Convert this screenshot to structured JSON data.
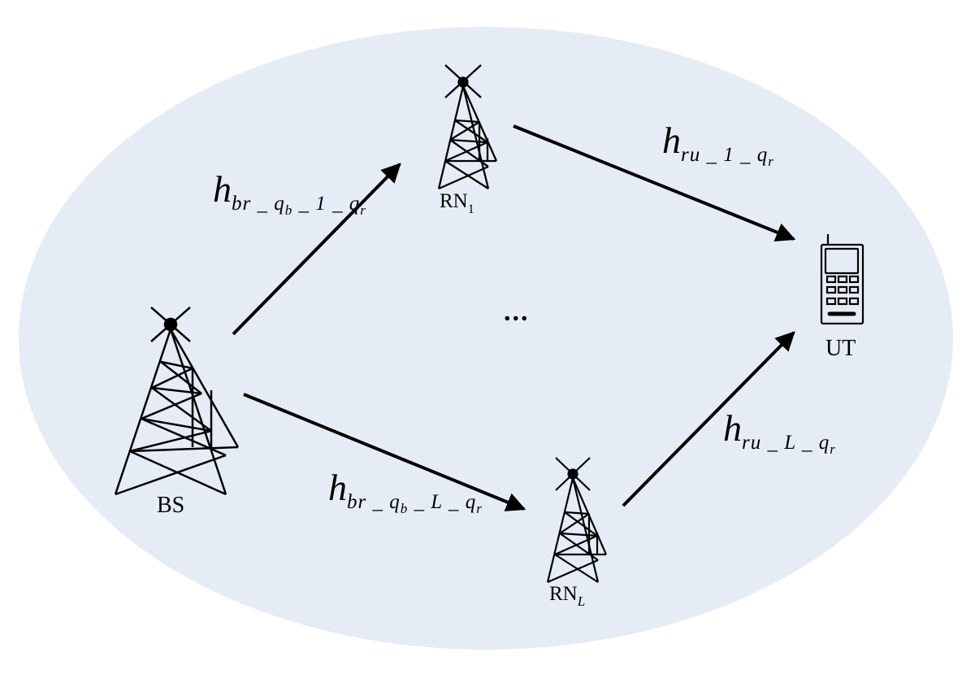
{
  "nodes": {
    "bs": {
      "label": "BS"
    },
    "rn1": {
      "label": "RN",
      "sub": "1"
    },
    "rnl": {
      "label": "RN",
      "sub": "L"
    },
    "ut": {
      "label": "UT"
    }
  },
  "channels": {
    "br_1": {
      "h": "h",
      "pre": "br _ ",
      "q": "q",
      "qsub": "b",
      "post": " _ 1 _ ",
      "q2": "q",
      "q2sub": "r"
    },
    "br_L": {
      "h": "h",
      "pre": "br _ ",
      "q": "q",
      "qsub": "b",
      "post": " _ L _ ",
      "q2": "q",
      "q2sub": "r"
    },
    "ru_1": {
      "h": "h",
      "pre": "ru _ 1 _ ",
      "q2": "q",
      "q2sub": "r"
    },
    "ru_L": {
      "h": "h",
      "pre": "ru _ L _ ",
      "q2": "q",
      "q2sub": "r"
    }
  },
  "ellipsis": "...",
  "colors": {
    "coverage_area": "#e6ecf5",
    "stroke": "#000000"
  }
}
